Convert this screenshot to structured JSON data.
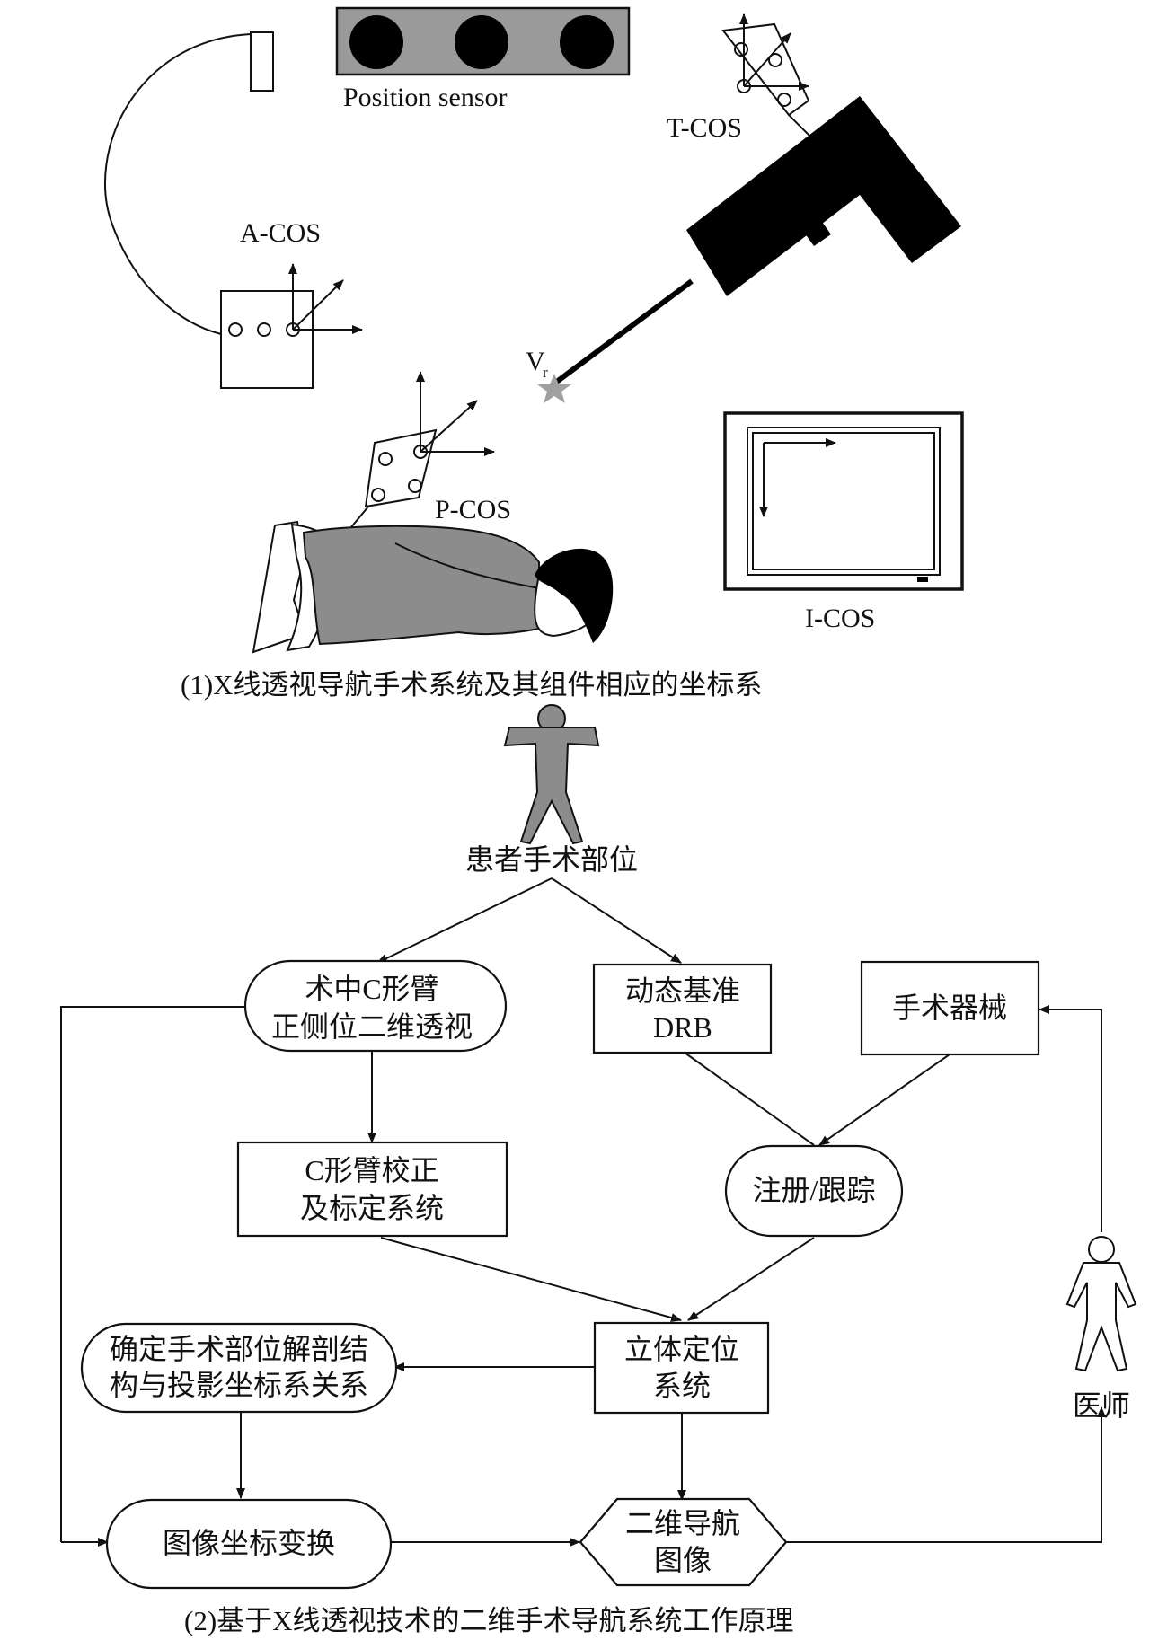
{
  "part1": {
    "labels": {
      "position_sensor": "Position sensor",
      "t_cos": "T-COS",
      "a_cos": "A-COS",
      "vr_main": "V",
      "vr_sub": "r",
      "p_cos": "P-COS",
      "i_cos": "I-COS"
    },
    "caption": "(1)X线透视导航手术系统及其组件相应的坐标系"
  },
  "part2": {
    "nodes": {
      "patient": "患者手术部位",
      "carm_l1": "术中C形臂",
      "carm_l2": "正侧位二维透视",
      "drb_l1": "动态基准",
      "drb_l2": "DRB",
      "instr": "手术器械",
      "calib_l1": "C形臂校正",
      "calib_l2": "及标定系统",
      "register": "注册/跟踪",
      "anat_l1": "确定手术部位解剖结",
      "anat_l2": "构与投影坐标系关系",
      "stereo_l1": "立体定位",
      "stereo_l2": "系统",
      "doctor": "医师",
      "transform": "图像坐标变换",
      "nav_l1": "二维导航",
      "nav_l2": "图像"
    },
    "caption": "(2)基于X线透视技术的二维手术导航系统工作原理"
  },
  "colors": {
    "ink": "#111111",
    "sensor_panel": "#9a9a9a",
    "body_gray": "#8c8c8c",
    "star": "#a0a0a0"
  }
}
